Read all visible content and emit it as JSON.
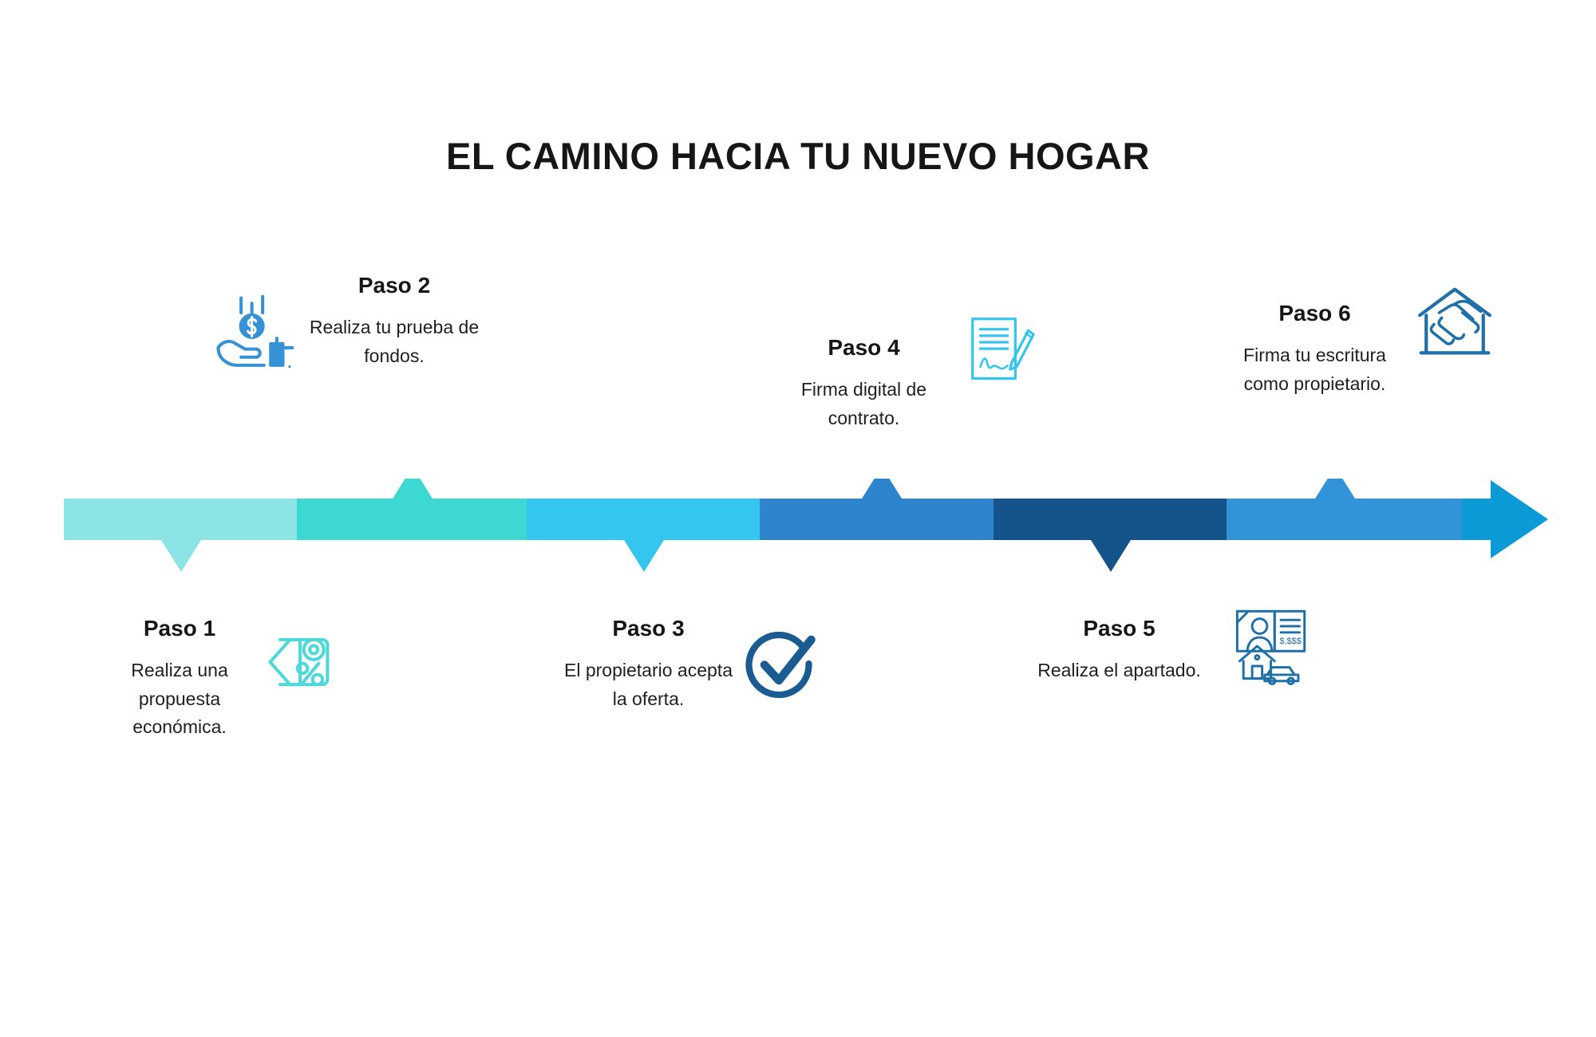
{
  "page": {
    "title": "EL CAMINO HACIA TU NUEVO HOGAR",
    "background_color": "#ffffff",
    "title_color": "#161616"
  },
  "timeline": {
    "orientation": "horizontal",
    "direction": "left-to-right",
    "segments": [
      {
        "index": 1,
        "color": "#8CE4E4",
        "step": "Paso 1",
        "marker": "down-notch"
      },
      {
        "index": 2,
        "color": "#3ED8D2",
        "step": "Paso 2",
        "marker": "up-notch"
      },
      {
        "index": 3,
        "color": "#35C6EF",
        "step": "Paso 3",
        "marker": "down-notch"
      },
      {
        "index": 4,
        "color": "#2E85CE",
        "step": "Paso 4",
        "marker": "up-notch"
      },
      {
        "index": 5,
        "color": "#14548A",
        "step": "Paso 5",
        "marker": "down-notch"
      },
      {
        "index": 6,
        "color": "#3193D8",
        "step": "Paso 6",
        "marker": "up-notch"
      }
    ],
    "arrow_head_color": "#0C9AD7"
  },
  "steps": [
    {
      "id": "paso-1",
      "label": "Paso 1",
      "description": "Realiza una propuesta económica.",
      "description_lines": [
        "Realiza una",
        "propuesta",
        "económica."
      ],
      "icon": "price-tag-percent-icon",
      "icon_color": "#4FD8D8",
      "position": "below"
    },
    {
      "id": "paso-2",
      "label": "Paso 2",
      "description": "Realiza tu prueba de fondos.",
      "description_lines": [
        "Realiza tu prueba",
        "de",
        "fondos."
      ],
      "icon": "hand-dollar-coin-icon",
      "icon_color": "#3692D4",
      "position": "above"
    },
    {
      "id": "paso-3",
      "label": "Paso 3",
      "description": "El propietario acepta la oferta.",
      "description_lines": [
        "El propietario",
        "acepta la oferta."
      ],
      "icon": "check-circle-icon",
      "icon_color": "#1A5C91",
      "position": "below"
    },
    {
      "id": "paso-4",
      "label": "Paso 4",
      "description": "Firma digital de contrato.",
      "description_lines": [
        "Firma digital de",
        "contrato."
      ],
      "icon": "signed-document-pen-icon",
      "icon_color": "#35C6EF",
      "position": "above"
    },
    {
      "id": "paso-5",
      "label": "Paso 5",
      "description": "Realiza el apartado.",
      "description_lines": [
        "Realiza el apartado."
      ],
      "icon": "house-deposit-icon",
      "icon_color": "#1F6FA8",
      "position": "below"
    },
    {
      "id": "paso-6",
      "label": "Paso 6",
      "description": "Firma tu escritura como propietario.",
      "description_lines": [
        "Firma tu escritura",
        "como propietario."
      ],
      "icon": "handshake-house-icon",
      "icon_color": "#1F6FA8",
      "position": "above"
    }
  ]
}
